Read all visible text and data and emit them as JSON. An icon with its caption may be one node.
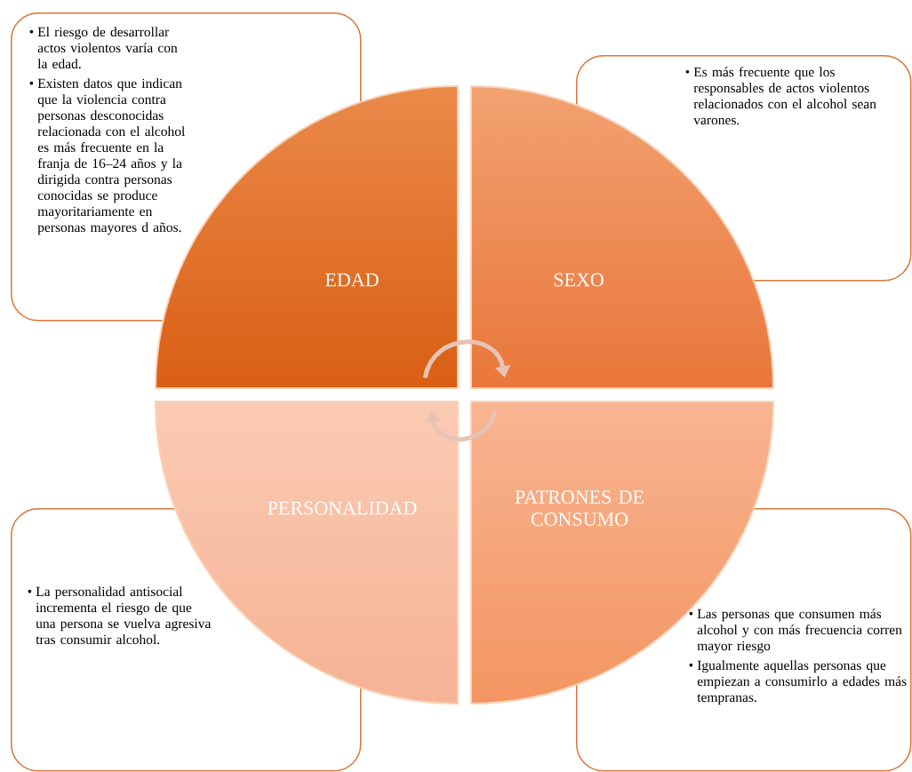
{
  "diagram": {
    "nodes": [
      {
        "text": [
          "El riesgo de desarrollar actos violentos varía con la edad.",
          "Existen datos que indican que la violencia contra personas desconocidas relacionada con el alcohol es más frecuente en la franja de 16–24 años y la dirigida contra personas conocidas se produce mayoritariamente en personas mayores d años."
        ]
      },
      {
        "text": [
          "EDAD"
        ]
      },
      {
        "text": [
          "SEXO"
        ]
      },
      {
        "text": [
          "Es más frecuente que los responsables de actos violentos relacionados con el alcohol sean varones."
        ]
      },
      {
        "text": [
          "PERSONALIDAD"
        ]
      },
      {
        "text": [
          "PATRONES DE CONSUMO"
        ]
      },
      {
        "text": [
          "La personalidad antisocial incrementa el riesgo de que una persona se vuelva agresiva tras consumir alcohol."
        ]
      },
      {
        "text": [
          "Las personas que consumen más alcohol y con más frecuencia corren mayor riesgo",
          "Igualmente aquellas personas que empiezan a consumirlo a edades más tempranas."
        ]
      }
    ],
    "edges": [
      {
        "from": 1,
        "to": 2,
        "arrow": "to"
      },
      {
        "from": 5,
        "to": 4,
        "arrow": "to"
      }
    ]
  }
}
